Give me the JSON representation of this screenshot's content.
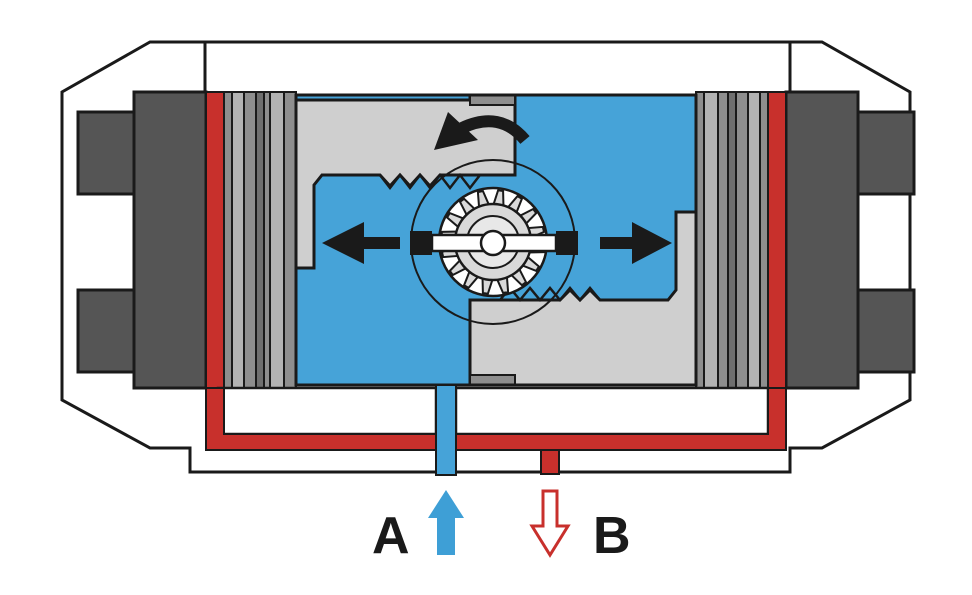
{
  "diagram": {
    "ports": {
      "a": {
        "label": "A",
        "flow": "in",
        "color": "#3e9fd6"
      },
      "b": {
        "label": "B",
        "flow": "out",
        "color": "#c8302c"
      }
    },
    "colors": {
      "pressurized_air": "#46a3d8",
      "exhaust_channel": "#c8302c",
      "piston_body": "#cfcfcf",
      "end_cap": "#555555",
      "seal_stack": "#9a9a9a",
      "outline": "#1a1a1a"
    },
    "motion": {
      "left_piston": "moves-left",
      "right_piston": "moves-right",
      "pinion": "rotates-counterclockwise"
    }
  }
}
